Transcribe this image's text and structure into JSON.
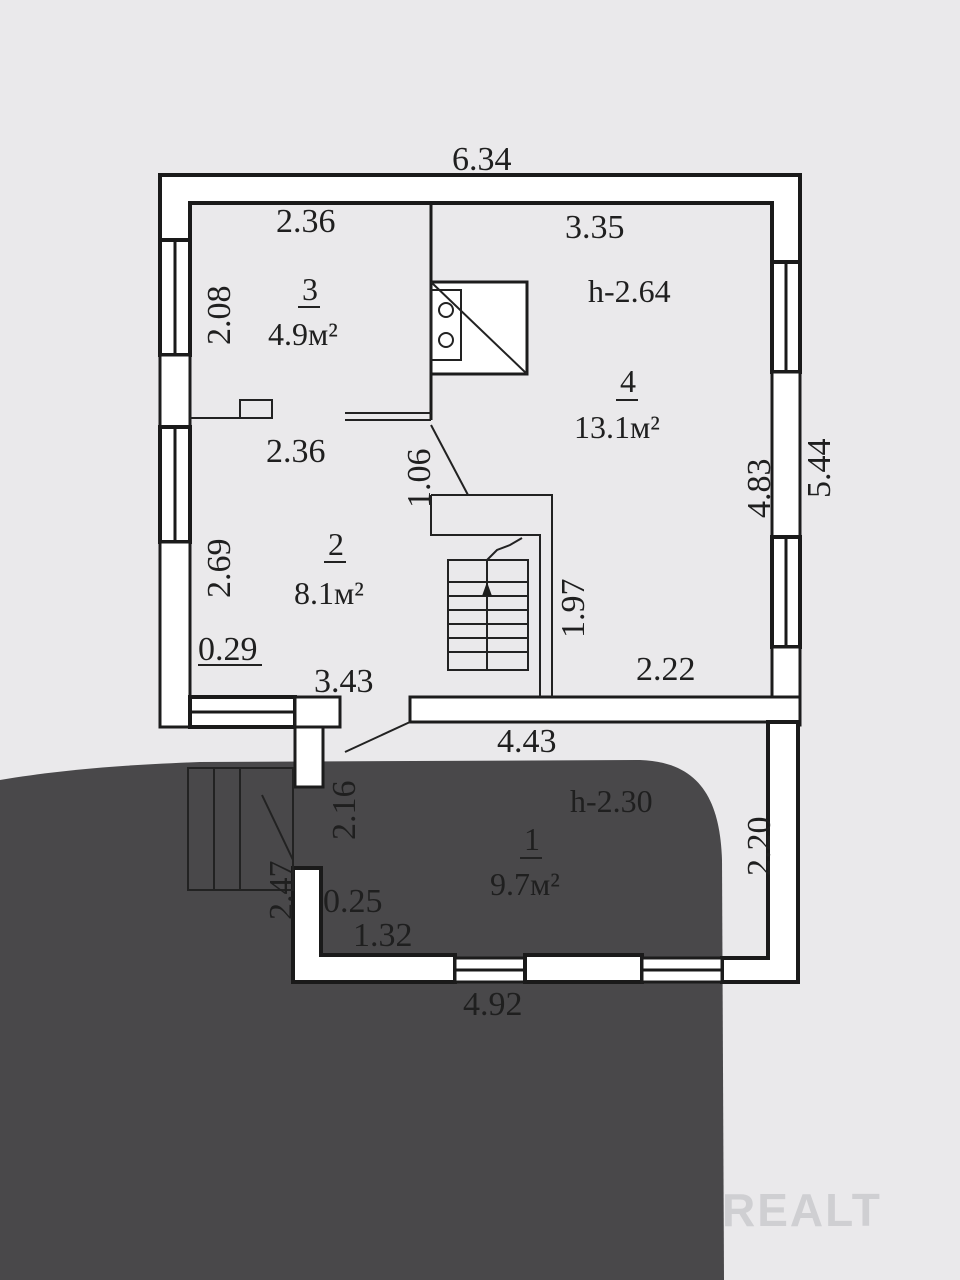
{
  "dimensions": {
    "top_total": "6.34",
    "top_left": "2.36",
    "top_right": "3.35",
    "left_upper": "2.08",
    "mid_left": "2.36",
    "stair_gap": "1.06",
    "right_total": "5.44",
    "right_inner": "4.83",
    "left_lower": "2.69",
    "stair_side": "1.97",
    "left_small": "0.29",
    "mid_wall": "3.43",
    "right_mid": "2.22",
    "lower_top": "4.43",
    "entry": "2.16",
    "lower_right": "2.20",
    "lower_left": "2.47",
    "porch_small": "0.25",
    "lower_inner": "1.32",
    "bottom_total": "4.92"
  },
  "rooms": {
    "room3": {
      "number": "3",
      "area": "4.9м²"
    },
    "room4": {
      "number": "4",
      "area": "13.1м²",
      "height": "h-2.64"
    },
    "room2": {
      "number": "2",
      "area": "8.1м²"
    },
    "room1": {
      "number": "1",
      "area": "9.7м²",
      "height": "h-2.30"
    }
  },
  "watermark": "REALT"
}
